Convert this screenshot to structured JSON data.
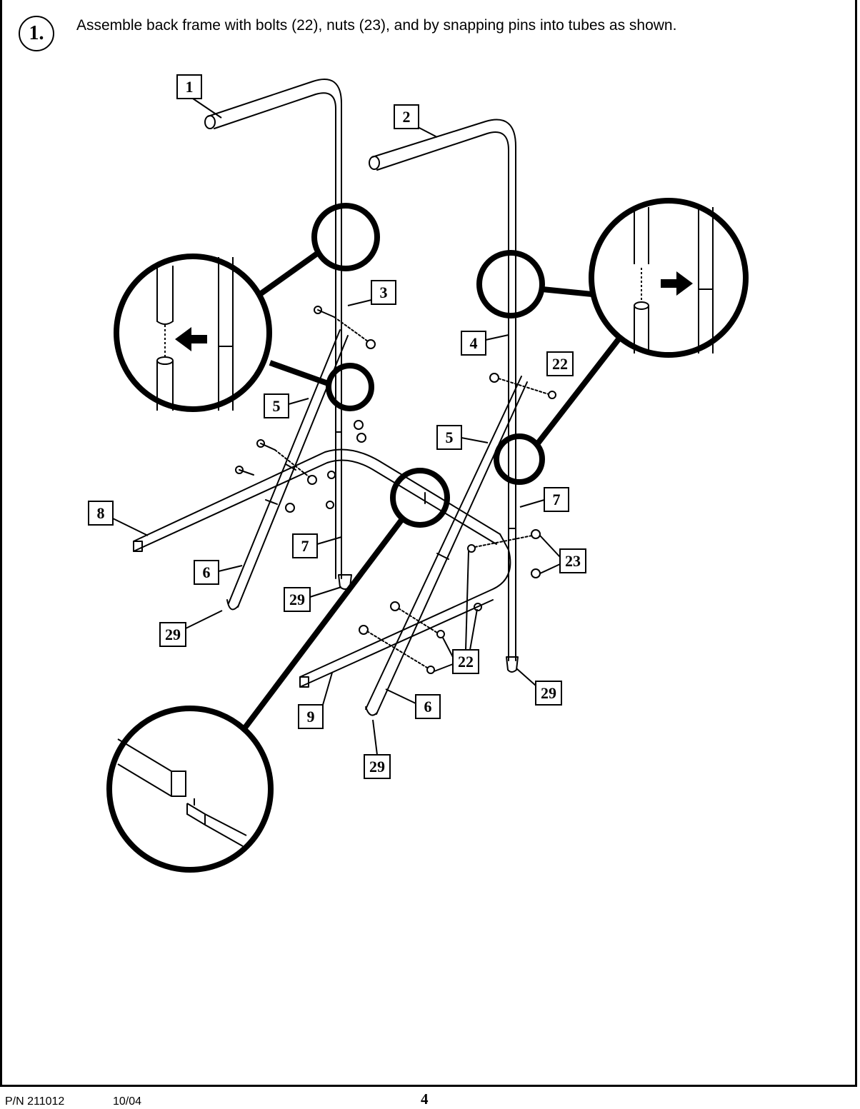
{
  "step": {
    "number": "1.",
    "instruction": "Assemble back frame with bolts (22), nuts (23), and by snapping pins into tubes as shown."
  },
  "callouts": {
    "c1": "1",
    "c2": "2",
    "c3": "3",
    "c4": "4",
    "c5_left": "5",
    "c5_right": "5",
    "c6_left": "6",
    "c6_right": "6",
    "c7_left": "7",
    "c7_right": "7",
    "c8": "8",
    "c9": "9",
    "c22_top": "22",
    "c22_bottom": "22",
    "c23": "23",
    "c29_a": "29",
    "c29_b": "29",
    "c29_c": "29",
    "c29_d": "29"
  },
  "footer": {
    "part_number": "P/N 211012",
    "date": "10/04",
    "page": "4"
  }
}
